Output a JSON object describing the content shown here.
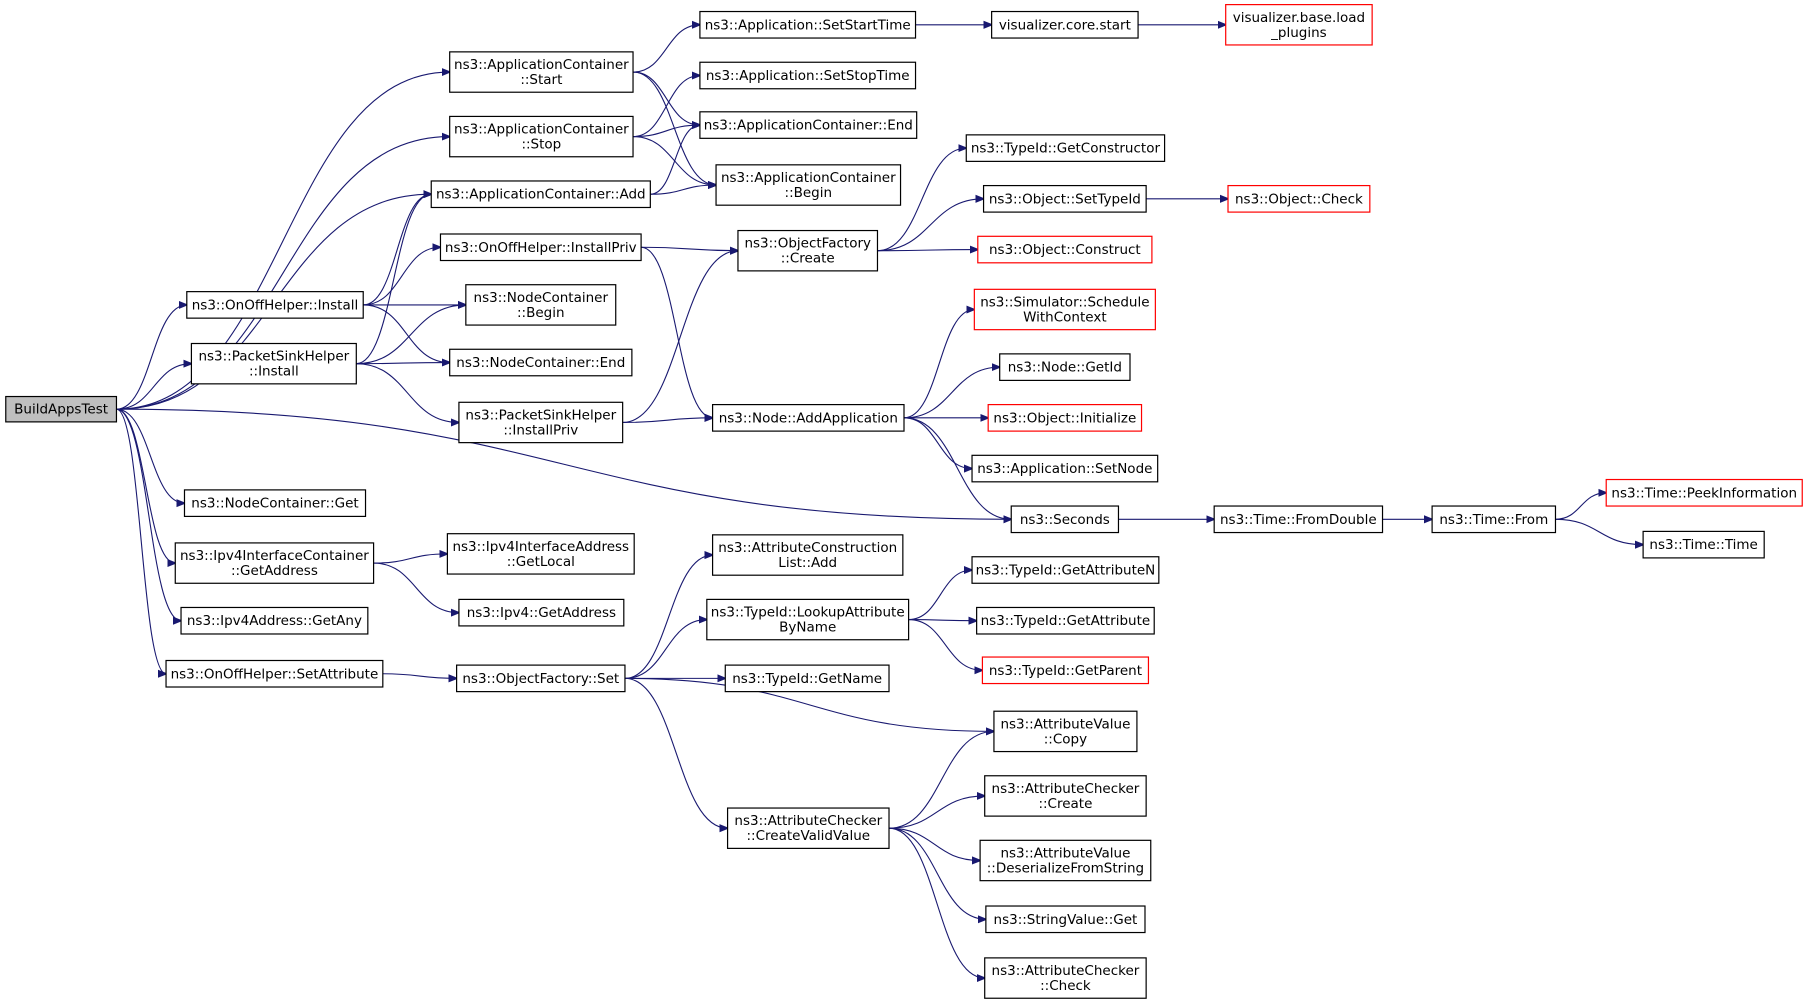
{
  "diagram": {
    "nodes": [
      {
        "id": "build",
        "lines": [
          "BuildAppsTest"
        ],
        "style": "root"
      },
      {
        "id": "acStart",
        "lines": [
          "ns3::ApplicationContainer",
          "::Start"
        ],
        "style": "normal"
      },
      {
        "id": "acStop",
        "lines": [
          "ns3::ApplicationContainer",
          "::Stop"
        ],
        "style": "normal"
      },
      {
        "id": "acAdd",
        "lines": [
          "ns3::ApplicationContainer::Add"
        ],
        "style": "normal"
      },
      {
        "id": "onInstall",
        "lines": [
          "ns3::OnOffHelper::Install"
        ],
        "style": "normal"
      },
      {
        "id": "psInstall",
        "lines": [
          "ns3::PacketSinkHelper",
          "::Install"
        ],
        "style": "normal"
      },
      {
        "id": "ncGet",
        "lines": [
          "ns3::NodeContainer::Get"
        ],
        "style": "normal"
      },
      {
        "id": "iicGetAddr",
        "lines": [
          "ns3::Ipv4InterfaceContainer",
          "::GetAddress"
        ],
        "style": "normal"
      },
      {
        "id": "ipAny",
        "lines": [
          "ns3::Ipv4Address::GetAny"
        ],
        "style": "normal"
      },
      {
        "id": "onSetAttr",
        "lines": [
          "ns3::OnOffHelper::SetAttribute"
        ],
        "style": "normal"
      },
      {
        "id": "onInstallPriv",
        "lines": [
          "ns3::OnOffHelper::InstallPriv"
        ],
        "style": "normal"
      },
      {
        "id": "ncBegin",
        "lines": [
          "ns3::NodeContainer",
          "::Begin"
        ],
        "style": "normal"
      },
      {
        "id": "ncEnd",
        "lines": [
          "ns3::NodeContainer::End"
        ],
        "style": "normal"
      },
      {
        "id": "psInstallPriv",
        "lines": [
          "ns3::PacketSinkHelper",
          "::InstallPriv"
        ],
        "style": "normal"
      },
      {
        "id": "ipiaGetLocal",
        "lines": [
          "ns3::Ipv4InterfaceAddress",
          "::GetLocal"
        ],
        "style": "normal"
      },
      {
        "id": "ipv4GetAddr",
        "lines": [
          "ns3::Ipv4::GetAddress"
        ],
        "style": "normal"
      },
      {
        "id": "ofSet",
        "lines": [
          "ns3::ObjectFactory::Set"
        ],
        "style": "normal"
      },
      {
        "id": "appSetStart",
        "lines": [
          "ns3::Application::SetStartTime"
        ],
        "style": "normal"
      },
      {
        "id": "appSetStop",
        "lines": [
          "ns3::Application::SetStopTime"
        ],
        "style": "normal"
      },
      {
        "id": "acEnd",
        "lines": [
          "ns3::ApplicationContainer::End"
        ],
        "style": "normal"
      },
      {
        "id": "acBegin",
        "lines": [
          "ns3::ApplicationContainer",
          "::Begin"
        ],
        "style": "normal"
      },
      {
        "id": "ofCreate",
        "lines": [
          "ns3::ObjectFactory",
          "::Create"
        ],
        "style": "normal"
      },
      {
        "id": "nodeAddApp",
        "lines": [
          "ns3::Node::AddApplication"
        ],
        "style": "normal"
      },
      {
        "id": "aclAdd",
        "lines": [
          "ns3::AttributeConstruction",
          "List::Add"
        ],
        "style": "normal"
      },
      {
        "id": "tidLookup",
        "lines": [
          "ns3::TypeId::LookupAttribute",
          "ByName"
        ],
        "style": "normal"
      },
      {
        "id": "tidGetName",
        "lines": [
          "ns3::TypeId::GetName"
        ],
        "style": "normal"
      },
      {
        "id": "acCreateValid",
        "lines": [
          "ns3::AttributeChecker",
          "::CreateValidValue"
        ],
        "style": "normal"
      },
      {
        "id": "vizStart",
        "lines": [
          "visualizer.core.start"
        ],
        "style": "normal"
      },
      {
        "id": "tidGetCtor",
        "lines": [
          "ns3::TypeId::GetConstructor"
        ],
        "style": "normal"
      },
      {
        "id": "objSetTid",
        "lines": [
          "ns3::Object::SetTypeId"
        ],
        "style": "normal"
      },
      {
        "id": "objConstruct",
        "lines": [
          "ns3::Object::Construct"
        ],
        "style": "ext"
      },
      {
        "id": "simSched",
        "lines": [
          "ns3::Simulator::Schedule",
          "WithContext"
        ],
        "style": "ext"
      },
      {
        "id": "nodeGetId",
        "lines": [
          "ns3::Node::GetId"
        ],
        "style": "normal"
      },
      {
        "id": "objInit",
        "lines": [
          "ns3::Object::Initialize"
        ],
        "style": "ext"
      },
      {
        "id": "appSetNode",
        "lines": [
          "ns3::Application::SetNode"
        ],
        "style": "normal"
      },
      {
        "id": "seconds",
        "lines": [
          "ns3::Seconds"
        ],
        "style": "normal"
      },
      {
        "id": "tidGetAttrN",
        "lines": [
          "ns3::TypeId::GetAttributeN"
        ],
        "style": "normal"
      },
      {
        "id": "tidGetAttr",
        "lines": [
          "ns3::TypeId::GetAttribute"
        ],
        "style": "normal"
      },
      {
        "id": "tidGetParent",
        "lines": [
          "ns3::TypeId::GetParent"
        ],
        "style": "ext"
      },
      {
        "id": "avCopy",
        "lines": [
          "ns3::AttributeValue",
          "::Copy"
        ],
        "style": "normal"
      },
      {
        "id": "acCreate",
        "lines": [
          "ns3::AttributeChecker",
          "::Create"
        ],
        "style": "normal"
      },
      {
        "id": "avDeser",
        "lines": [
          "ns3::AttributeValue",
          "::DeserializeFromString"
        ],
        "style": "normal"
      },
      {
        "id": "svGet",
        "lines": [
          "ns3::StringValue::Get"
        ],
        "style": "normal"
      },
      {
        "id": "acCheck",
        "lines": [
          "ns3::AttributeChecker",
          "::Check"
        ],
        "style": "normal"
      },
      {
        "id": "vizLoad",
        "lines": [
          "visualizer.base.load",
          "_plugins"
        ],
        "style": "ext"
      },
      {
        "id": "objCheck",
        "lines": [
          "ns3::Object::Check"
        ],
        "style": "ext"
      },
      {
        "id": "timeFromDouble",
        "lines": [
          "ns3::Time::FromDouble"
        ],
        "style": "normal"
      },
      {
        "id": "timeFrom",
        "lines": [
          "ns3::Time::From"
        ],
        "style": "normal"
      },
      {
        "id": "timePeek",
        "lines": [
          "ns3::Time::PeekInformation"
        ],
        "style": "ext"
      },
      {
        "id": "timeTime",
        "lines": [
          "ns3::Time::Time"
        ],
        "style": "normal"
      }
    ],
    "edges": [
      [
        "build",
        "acStart"
      ],
      [
        "build",
        "acStop"
      ],
      [
        "build",
        "acAdd"
      ],
      [
        "build",
        "onInstall"
      ],
      [
        "build",
        "psInstall"
      ],
      [
        "build",
        "ncGet"
      ],
      [
        "build",
        "iicGetAddr"
      ],
      [
        "build",
        "ipAny"
      ],
      [
        "build",
        "onSetAttr"
      ],
      [
        "build",
        "seconds"
      ],
      [
        "acStart",
        "appSetStart"
      ],
      [
        "acStart",
        "acEnd"
      ],
      [
        "acStart",
        "acBegin"
      ],
      [
        "acStop",
        "appSetStop"
      ],
      [
        "acStop",
        "acEnd"
      ],
      [
        "acStop",
        "acBegin"
      ],
      [
        "acAdd",
        "acEnd"
      ],
      [
        "acAdd",
        "acBegin"
      ],
      [
        "onInstall",
        "acAdd"
      ],
      [
        "onInstall",
        "onInstallPriv"
      ],
      [
        "onInstall",
        "ncBegin"
      ],
      [
        "onInstall",
        "ncEnd"
      ],
      [
        "psInstall",
        "acAdd"
      ],
      [
        "psInstall",
        "ncBegin"
      ],
      [
        "psInstall",
        "ncEnd"
      ],
      [
        "psInstall",
        "psInstallPriv"
      ],
      [
        "onInstallPriv",
        "ofCreate"
      ],
      [
        "onInstallPriv",
        "nodeAddApp"
      ],
      [
        "psInstallPriv",
        "ofCreate"
      ],
      [
        "psInstallPriv",
        "nodeAddApp"
      ],
      [
        "iicGetAddr",
        "ipiaGetLocal"
      ],
      [
        "iicGetAddr",
        "ipv4GetAddr"
      ],
      [
        "onSetAttr",
        "ofSet"
      ],
      [
        "ofSet",
        "aclAdd"
      ],
      [
        "ofSet",
        "tidLookup"
      ],
      [
        "ofSet",
        "tidGetName"
      ],
      [
        "ofSet",
        "avCopy"
      ],
      [
        "ofSet",
        "acCreateValid"
      ],
      [
        "appSetStart",
        "vizStart"
      ],
      [
        "vizStart",
        "vizLoad"
      ],
      [
        "ofCreate",
        "tidGetCtor"
      ],
      [
        "ofCreate",
        "objSetTid"
      ],
      [
        "ofCreate",
        "objConstruct"
      ],
      [
        "objSetTid",
        "objCheck"
      ],
      [
        "nodeAddApp",
        "simSched"
      ],
      [
        "nodeAddApp",
        "nodeGetId"
      ],
      [
        "nodeAddApp",
        "objInit"
      ],
      [
        "nodeAddApp",
        "appSetNode"
      ],
      [
        "nodeAddApp",
        "seconds"
      ],
      [
        "seconds",
        "timeFromDouble"
      ],
      [
        "timeFromDouble",
        "timeFrom"
      ],
      [
        "timeFrom",
        "timePeek"
      ],
      [
        "timeFrom",
        "timeTime"
      ],
      [
        "tidLookup",
        "tidGetAttrN"
      ],
      [
        "tidLookup",
        "tidGetAttr"
      ],
      [
        "tidLookup",
        "tidGetParent"
      ],
      [
        "acCreateValid",
        "avCopy"
      ],
      [
        "acCreateValid",
        "acCreate"
      ],
      [
        "acCreateValid",
        "avDeser"
      ],
      [
        "acCreateValid",
        "svGet"
      ],
      [
        "acCreateValid",
        "acCheck"
      ]
    ]
  }
}
